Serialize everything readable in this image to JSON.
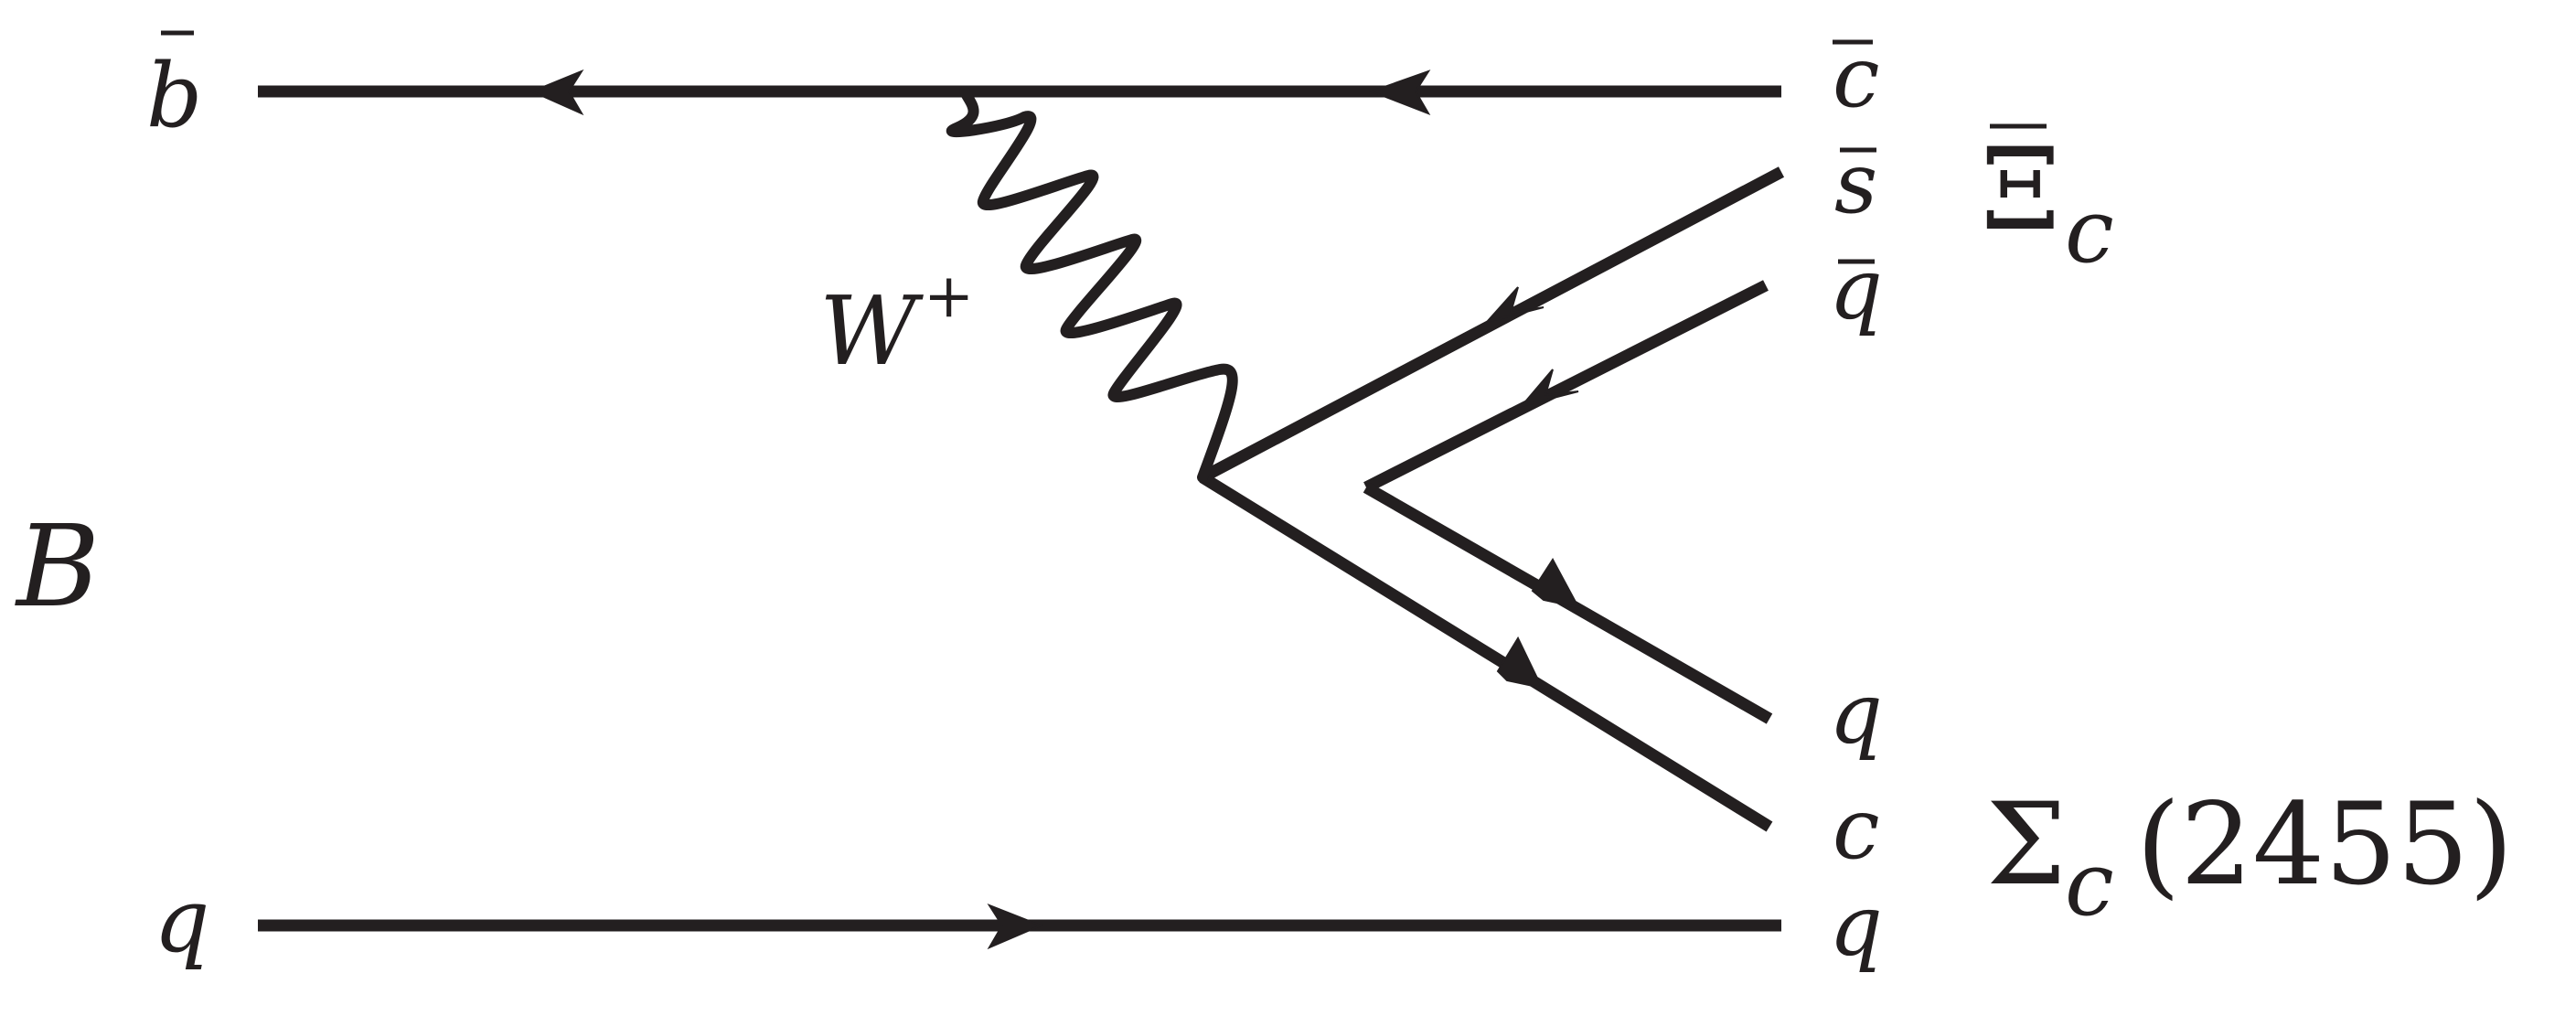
{
  "diagram": {
    "meson_label": "B",
    "incoming": {
      "top_quark": "b",
      "bottom_quark": "q"
    },
    "boson_label": "W",
    "boson_charge": "+",
    "outgoing": {
      "top1": "c",
      "top2": "s",
      "top3": "q",
      "bot1": "q",
      "bot2": "c",
      "bot3": "q"
    },
    "baryon_top": {
      "symbol": "Ξ",
      "subscript": "c"
    },
    "baryon_bottom": {
      "symbol": "Σ",
      "subscript": "c",
      "mass": "(2455)"
    }
  }
}
